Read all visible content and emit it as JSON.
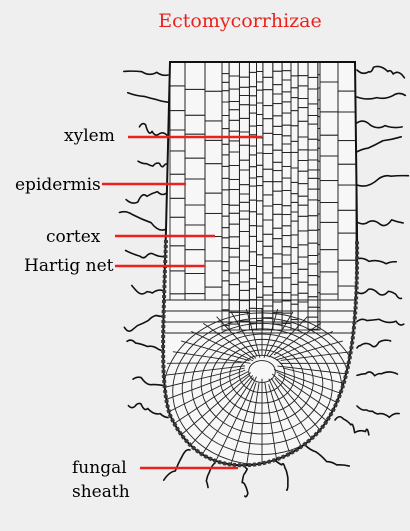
{
  "title": "Ectomycorrhizae",
  "colors": {
    "title": "#e8231f",
    "leader": "#e8231f",
    "ink": "#111111",
    "background": "#efefef",
    "sheath": "#3a3a3a"
  },
  "labels": {
    "xylem": "xylem",
    "epidermis": "epidermis",
    "cortex": "cortex",
    "hartig_net": "Hartig net",
    "fungal_sheath": [
      "fungal",
      "sheath"
    ]
  }
}
